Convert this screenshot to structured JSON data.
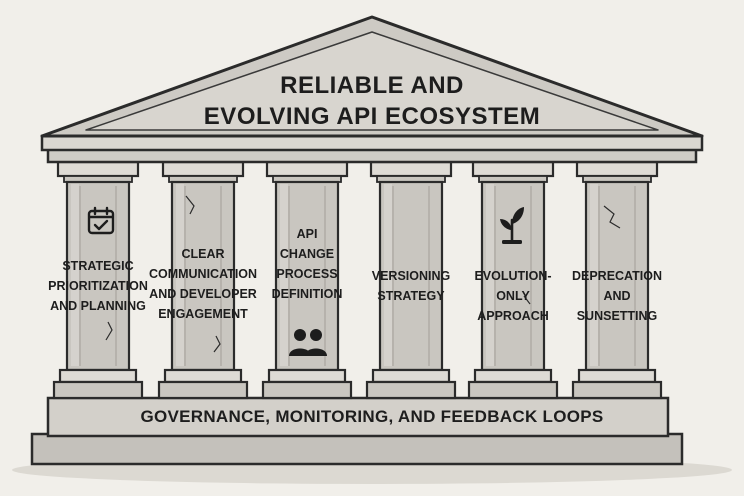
{
  "roof": {
    "title": "RELIABLE AND\nEVOLVING API ECOSYSTEM"
  },
  "pillars": [
    {
      "label": "STRATEGIC\nPRIORITIZATION\nAND PLANNING",
      "icon": "calendar-check-icon"
    },
    {
      "label": "CLEAR\nCOMMUNICATION\nAND DEVELOPER\nENGAGEMENT",
      "icon": ""
    },
    {
      "label": "API\nCHANGE\nPROCESS\nDEFINITION",
      "icon": "people-icon"
    },
    {
      "label": "VERSIONING\nSTRATEGY",
      "icon": ""
    },
    {
      "label": "EVOLUTION-\nONLY\nAPPROACH",
      "icon": "sprout-icon"
    },
    {
      "label": "DEPRECATION\nAND\nSUNSETTING",
      "icon": ""
    }
  ],
  "base": {
    "label": "GOVERNANCE, MONITORING, AND FEEDBACK LOOPS"
  },
  "colors": {
    "background": "#f1efea",
    "stone": "#c9c6c0",
    "stone_light": "#dedbd5",
    "stone_dark": "#a9a59f",
    "outline": "#2b2b2b"
  }
}
